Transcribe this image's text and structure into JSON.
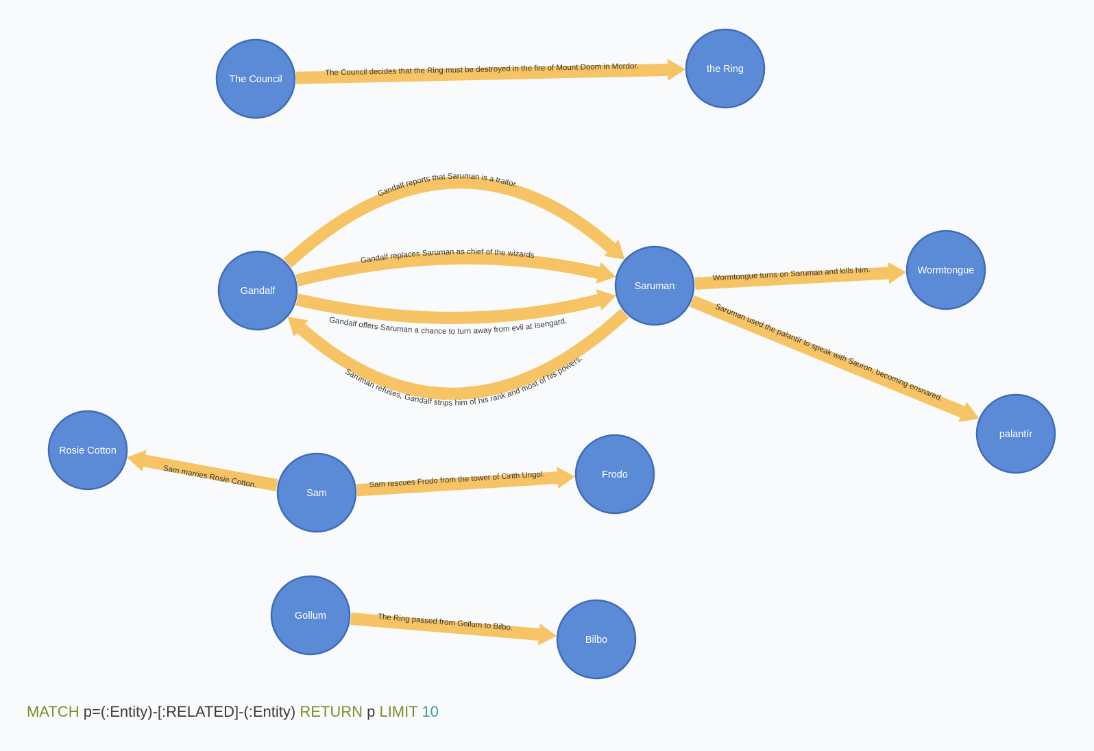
{
  "graph": {
    "nodes": [
      {
        "id": "council",
        "label": "The Council"
      },
      {
        "id": "ring",
        "label": "the Ring"
      },
      {
        "id": "gandalf",
        "label": "Gandalf"
      },
      {
        "id": "saruman",
        "label": "Saruman"
      },
      {
        "id": "wormtongue",
        "label": "Wormtongue"
      },
      {
        "id": "palantir",
        "label": "palantír"
      },
      {
        "id": "rosie",
        "label": "Rosie Cotton"
      },
      {
        "id": "sam",
        "label": "Sam"
      },
      {
        "id": "frodo",
        "label": "Frodo"
      },
      {
        "id": "gollum",
        "label": "Gollum"
      },
      {
        "id": "bilbo",
        "label": "Bilbo"
      }
    ],
    "edges": [
      {
        "id": "e-council-ring",
        "from": "council",
        "to": "ring",
        "label": "The Council decides that the Ring must be destroyed in the fire of Mount Doom in Mordor."
      },
      {
        "id": "e-gandalf-traitor",
        "from": "gandalf",
        "to": "saruman",
        "label": "Gandalf reports that Saruman is a traitor."
      },
      {
        "id": "e-gandalf-replaces",
        "from": "gandalf",
        "to": "saruman",
        "label": "Gandalf replaces Saruman as chief of the wizards"
      },
      {
        "id": "e-gandalf-offers",
        "from": "gandalf",
        "to": "saruman",
        "label": "Gandalf offers Saruman a chance to turn away from evil at Isengard."
      },
      {
        "id": "e-saruman-refuses",
        "from": "saruman",
        "to": "gandalf",
        "label": "Saruman refuses, Gandalf strips him of his rank and most of his powers."
      },
      {
        "id": "e-wormtongue",
        "from": "saruman",
        "to": "wormtongue",
        "label": "Wormtongue turns on Saruman and kills him."
      },
      {
        "id": "e-palantir",
        "from": "saruman",
        "to": "palantir",
        "label": "Saruman used the palantír to speak with Sauron, becoming ensnared."
      },
      {
        "id": "e-sam-rosie",
        "from": "sam",
        "to": "rosie",
        "label": "Sam marries Rosie Cotton."
      },
      {
        "id": "e-sam-frodo",
        "from": "sam",
        "to": "frodo",
        "label": "Sam rescues Frodo from the tower of Cirith Ungol."
      },
      {
        "id": "e-gollum-bilbo",
        "from": "gollum",
        "to": "bilbo",
        "label": "The Ring passed from Gollum to Bilbo."
      }
    ]
  },
  "query": {
    "match": "MATCH",
    "pattern": " p=(:Entity)-[:RELATED]-(:Entity) ",
    "return": "RETURN",
    "var": " p ",
    "limit": "LIMIT",
    "limit_value": " 10"
  },
  "colors": {
    "node_fill": "#5b8ad6",
    "node_stroke": "#3f6cb8",
    "edge": "#f6c465",
    "keyword": "#7c8e2a",
    "number": "#3f9e96"
  }
}
